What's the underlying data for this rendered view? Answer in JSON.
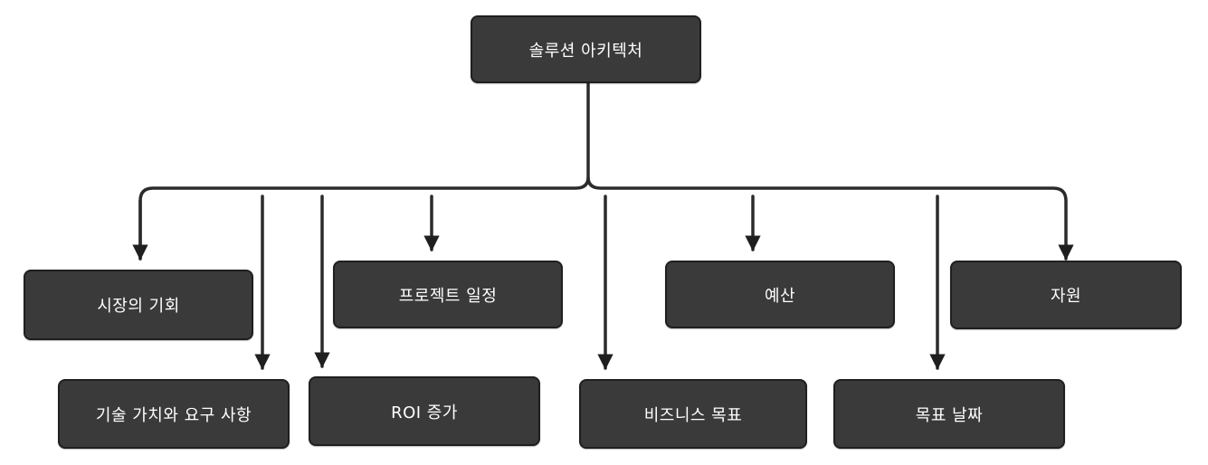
{
  "diagram": {
    "root": {
      "label": "솔루션 아키텍처"
    },
    "children": [
      {
        "id": "market",
        "label": "시장의 기회"
      },
      {
        "id": "tech",
        "label": "기술 가치와 요구 사항"
      },
      {
        "id": "schedule",
        "label": "프로젝트 일정"
      },
      {
        "id": "roi",
        "label": "ROI 증가"
      },
      {
        "id": "budget",
        "label": "예산"
      },
      {
        "id": "biz",
        "label": "비즈니스 목표"
      },
      {
        "id": "resource",
        "label": "자원"
      },
      {
        "id": "target",
        "label": "목표 날짜"
      }
    ]
  }
}
